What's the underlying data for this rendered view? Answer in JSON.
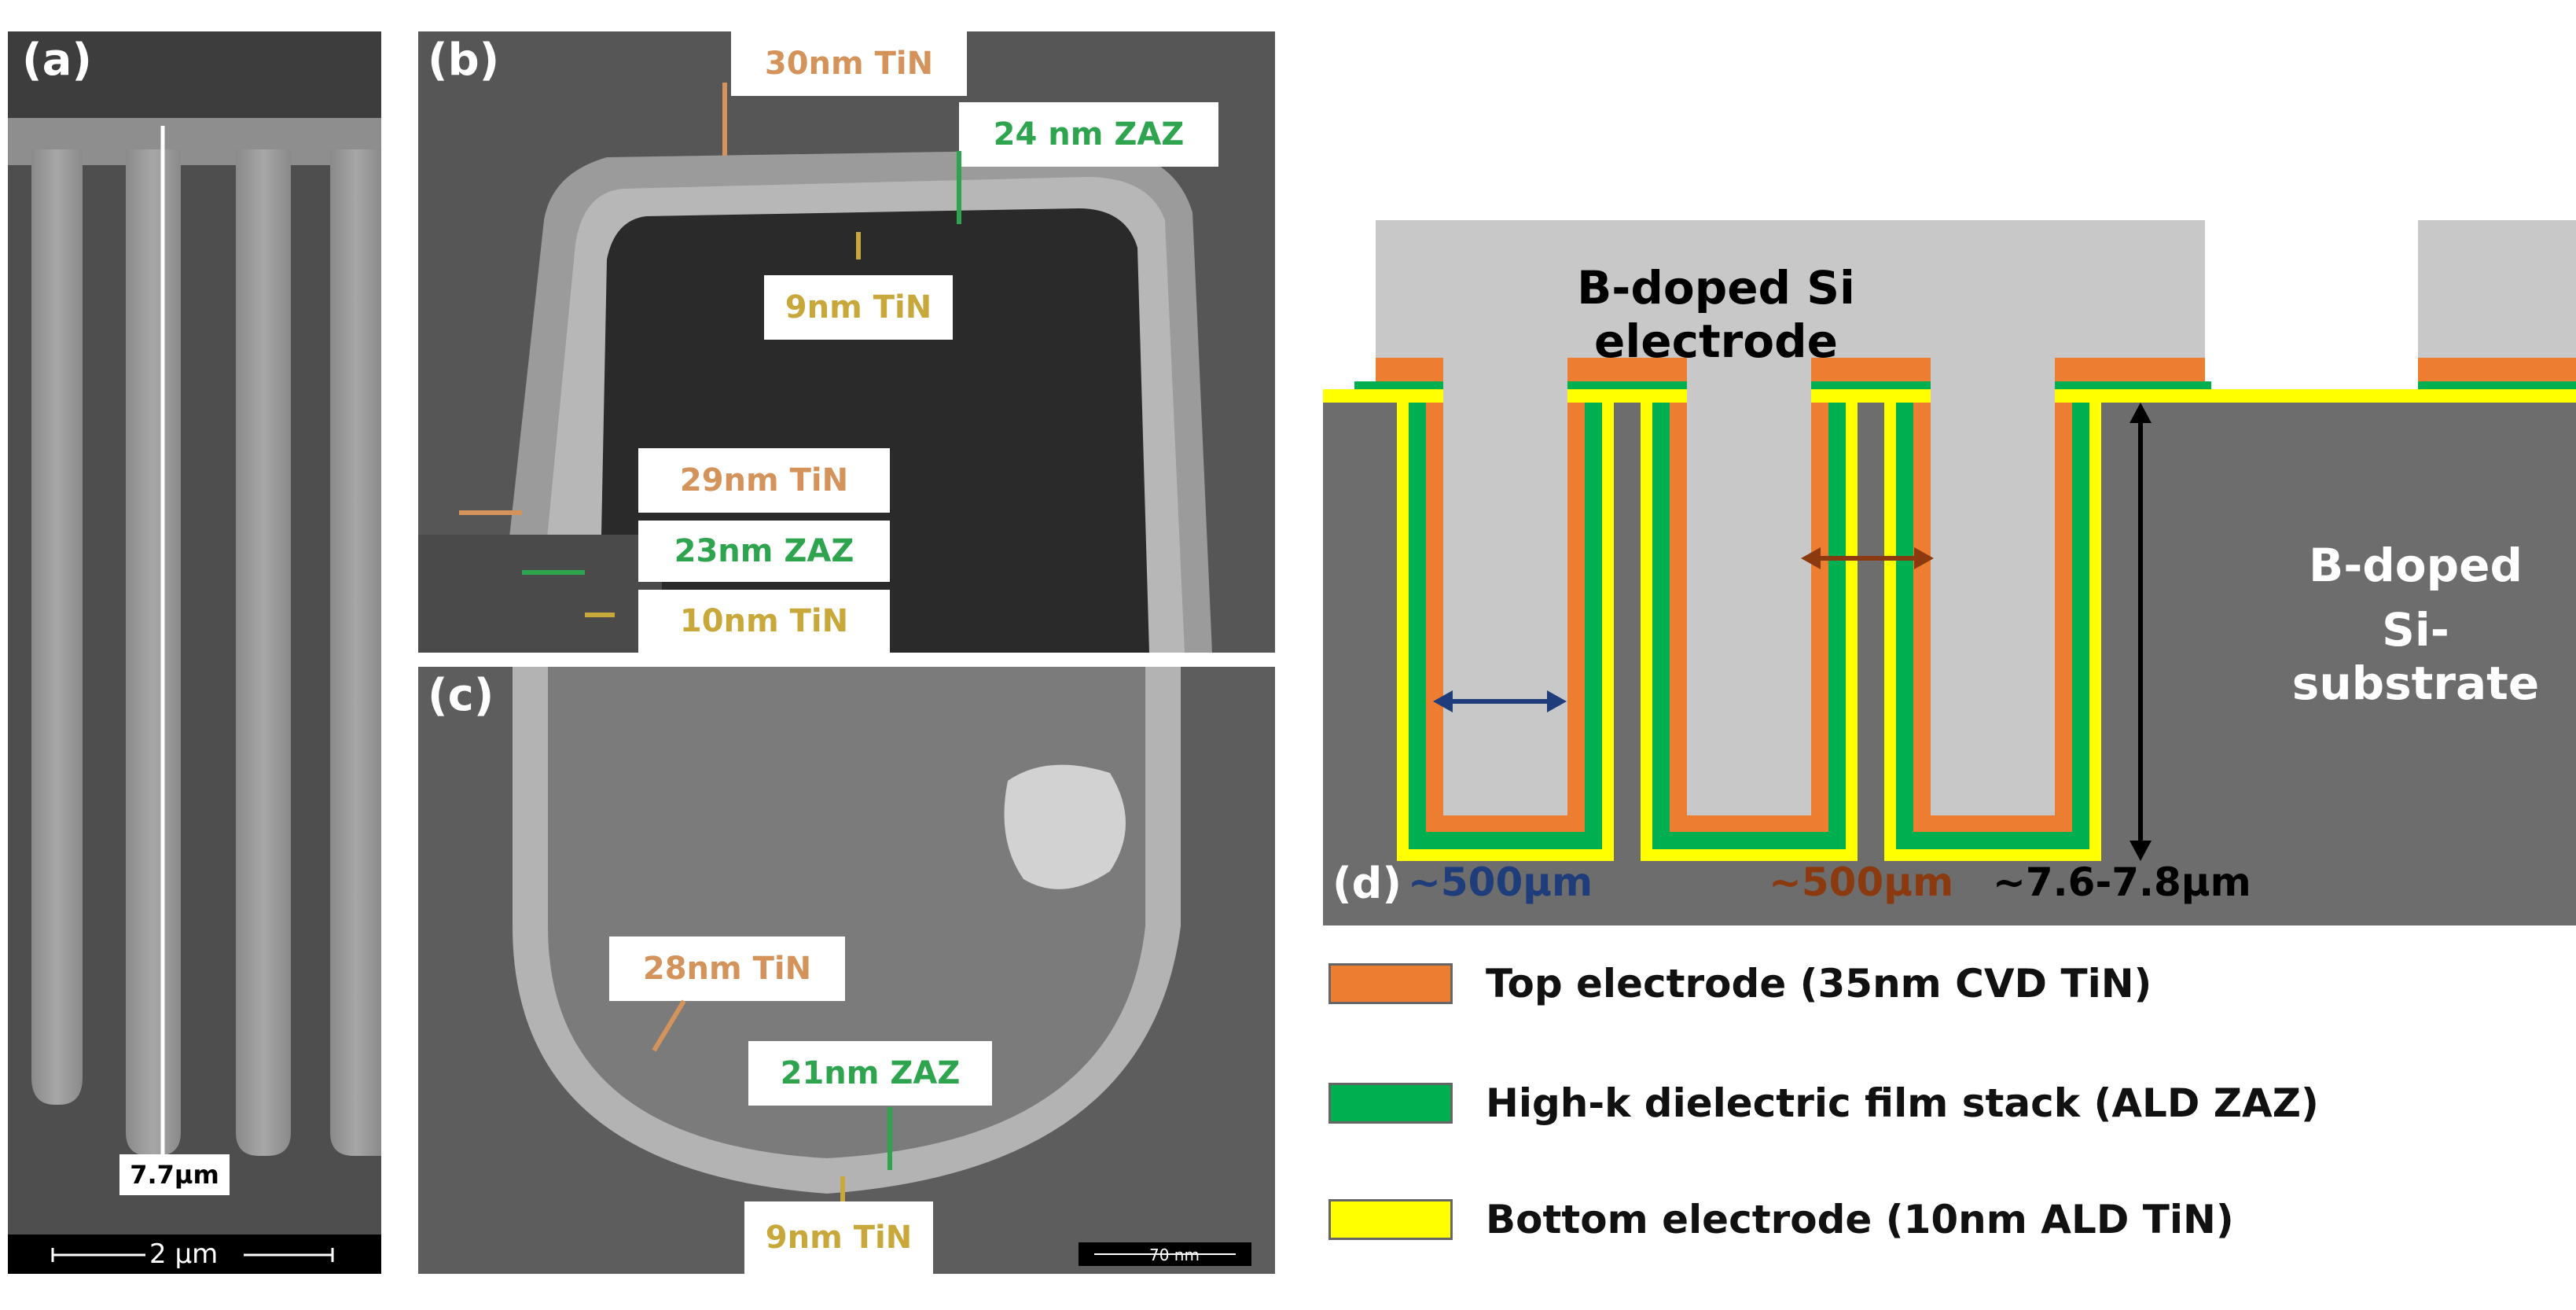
{
  "panel_a": {
    "label": "(a)",
    "depth_label": "7.7µm",
    "scale_bar": "2 µm"
  },
  "panel_b": {
    "label": "(b)",
    "annotations": {
      "tin_top": "30nm TiN",
      "zaz_top": "24 nm ZAZ",
      "tin_inner_top": "9nm TiN",
      "tin_side": "29nm TiN",
      "zaz_side": "23nm ZAZ",
      "tin_inner_side": "10nm TiN"
    }
  },
  "panel_c": {
    "label": "(c)",
    "annotations": {
      "tin_outer": "28nm TiN",
      "zaz": "21nm ZAZ",
      "tin_inner": "9nm TiN"
    },
    "scale_bar": "70 nm"
  },
  "panel_d": {
    "label": "(d)",
    "top_electrode_label": "B-doped Si electrode",
    "substrate_label_line1": "B-doped",
    "substrate_label_line2": "Si-substrate",
    "trench_width_label": "~500µm",
    "pillar_width_label": "~500µm",
    "depth_label": "~7.6-7.8µm"
  },
  "legend": [
    {
      "label": "Top electrode (35nm CVD TiN)",
      "color": "#ed7d31"
    },
    {
      "label": "High-k dielectric film stack (ALD ZAZ)",
      "color": "#00b050"
    },
    {
      "label": "Bottom electrode (10nm ALD TiN)",
      "color": "#ffff00"
    }
  ],
  "colors": {
    "tin_orange": "#d4935a",
    "zaz_green": "#2ea44f",
    "tin_yellow": "#c8a83a",
    "substrate_gray": "#6d6d6d",
    "electrode_gray": "#c8c8c8",
    "width_arrow_blue": "#1f3d7a",
    "width_arrow_brown": "#8b3a0f"
  }
}
